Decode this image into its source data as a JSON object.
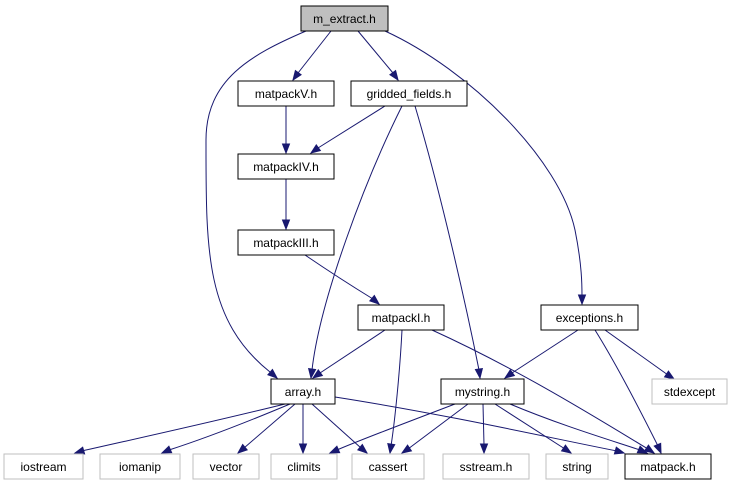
{
  "diagram": {
    "nodes": {
      "m_extract": {
        "label": "m_extract.h",
        "kind": "root"
      },
      "matpackV": {
        "label": "matpackV.h",
        "kind": "local"
      },
      "gridded_fields": {
        "label": "gridded_fields.h",
        "kind": "local"
      },
      "matpackIV": {
        "label": "matpackIV.h",
        "kind": "local"
      },
      "matpackIII": {
        "label": "matpackIII.h",
        "kind": "local"
      },
      "matpackI": {
        "label": "matpackI.h",
        "kind": "local"
      },
      "exceptions": {
        "label": "exceptions.h",
        "kind": "local"
      },
      "array": {
        "label": "array.h",
        "kind": "local"
      },
      "mystring": {
        "label": "mystring.h",
        "kind": "local"
      },
      "stdexcept": {
        "label": "stdexcept",
        "kind": "external"
      },
      "iostream": {
        "label": "iostream",
        "kind": "external"
      },
      "iomanip": {
        "label": "iomanip",
        "kind": "external"
      },
      "vector": {
        "label": "vector",
        "kind": "external"
      },
      "climits": {
        "label": "climits",
        "kind": "external"
      },
      "cassert": {
        "label": "cassert",
        "kind": "external"
      },
      "sstream": {
        "label": "sstream.h",
        "kind": "external"
      },
      "string": {
        "label": "string",
        "kind": "external"
      },
      "matpack": {
        "label": "matpack.h",
        "kind": "local"
      }
    },
    "edges": [
      [
        "m_extract",
        "matpackV"
      ],
      [
        "m_extract",
        "gridded_fields"
      ],
      [
        "m_extract",
        "array"
      ],
      [
        "m_extract",
        "exceptions"
      ],
      [
        "matpackV",
        "matpackIV"
      ],
      [
        "gridded_fields",
        "matpackIV"
      ],
      [
        "gridded_fields",
        "array"
      ],
      [
        "gridded_fields",
        "mystring"
      ],
      [
        "matpackIV",
        "matpackIII"
      ],
      [
        "matpackIII",
        "matpackI"
      ],
      [
        "matpackI",
        "array"
      ],
      [
        "matpackI",
        "cassert"
      ],
      [
        "matpackI",
        "matpack"
      ],
      [
        "exceptions",
        "mystring"
      ],
      [
        "exceptions",
        "stdexcept"
      ],
      [
        "exceptions",
        "matpack"
      ],
      [
        "array",
        "iostream"
      ],
      [
        "array",
        "iomanip"
      ],
      [
        "array",
        "vector"
      ],
      [
        "array",
        "climits"
      ],
      [
        "array",
        "cassert"
      ],
      [
        "array",
        "matpack"
      ],
      [
        "mystring",
        "climits"
      ],
      [
        "mystring",
        "cassert"
      ],
      [
        "mystring",
        "sstream"
      ],
      [
        "mystring",
        "string"
      ],
      [
        "mystring",
        "matpack"
      ]
    ]
  }
}
